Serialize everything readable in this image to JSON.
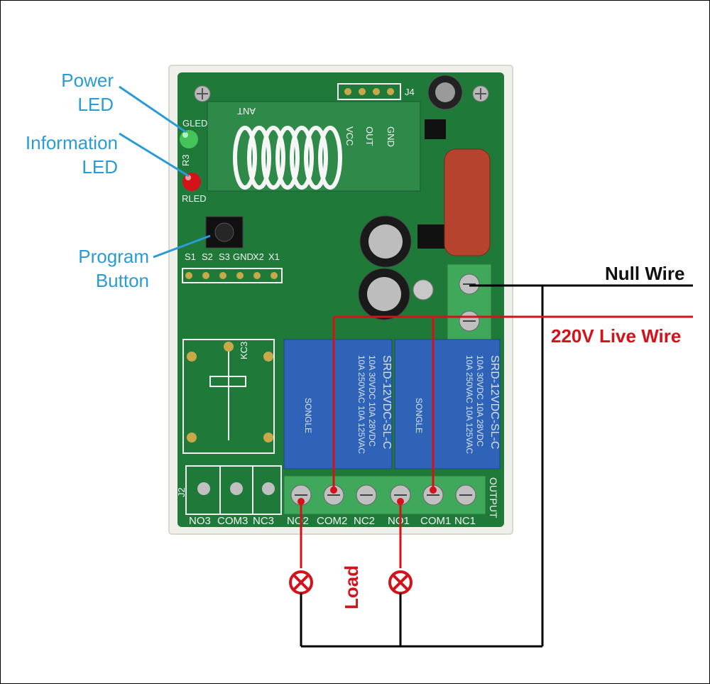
{
  "labels": {
    "power_led": [
      "Power",
      "LED"
    ],
    "information_led": [
      "Information",
      "LED"
    ],
    "program_button": [
      "Program",
      "Button"
    ],
    "null_wire": "Null Wire",
    "live_wire": "220V Live Wire",
    "load": "Load"
  },
  "board": {
    "module_text": {
      "ant": "ANT",
      "vcc": "VCC",
      "out": "OUT",
      "gnd": "GND"
    },
    "led_labels": {
      "green": "GLED",
      "red": "RLED",
      "r3": "R3"
    },
    "button_pins": [
      "S1",
      "S2",
      "S3",
      "GND",
      "X2",
      "X1"
    ],
    "terminal_labels_left": [
      "NO3",
      "COM3",
      "NC3"
    ],
    "terminal_labels_right": [
      "NO2",
      "COM2",
      "NC2",
      "NO1",
      "COM1",
      "NC1"
    ],
    "output_label": "OUTPUT",
    "j2_label": "J2",
    "j4_label": "J4",
    "kc3_label": "KC3",
    "relay_text": {
      "brand": "SONGLE",
      "model": "SRD-12VDC-SL-C",
      "rating1": "10A 250VAC  10A 125VAC",
      "rating2": "10A 30VDC  10A 28VDC"
    }
  },
  "colors": {
    "board_green": "#1f7a3a",
    "relay_blue": "#2f63b8",
    "terminal_green": "#3fa85a",
    "wire_red": "#d4121a",
    "label_blue": "#2a9bd6"
  }
}
